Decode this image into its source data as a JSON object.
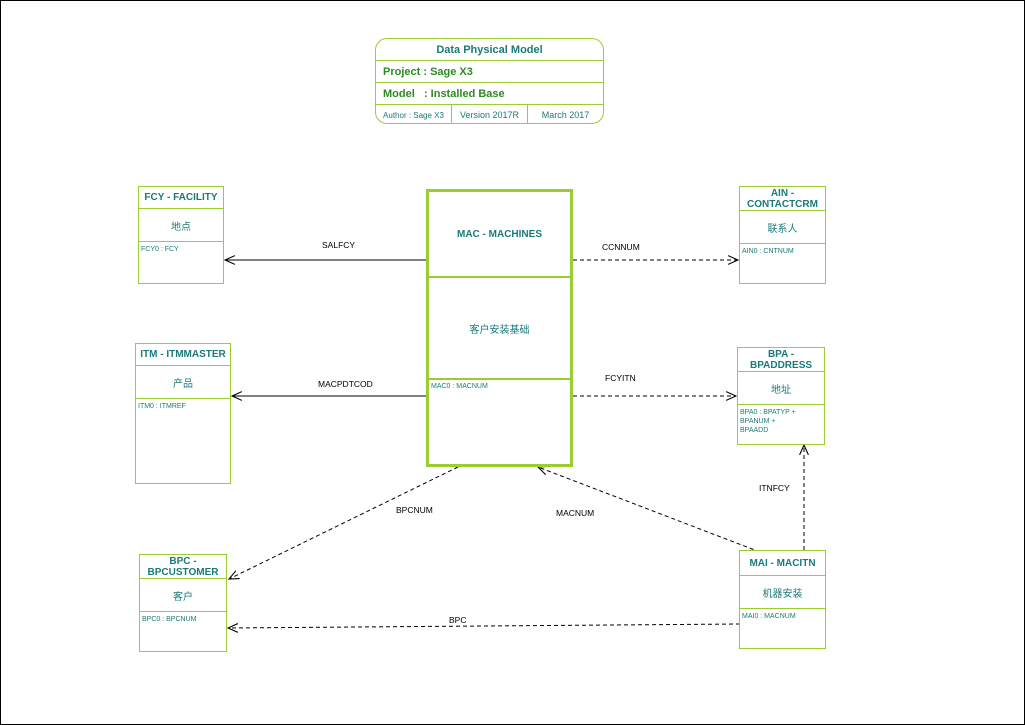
{
  "title_block": {
    "title": "Data Physical Model",
    "project": "Project : Sage X3",
    "model": "Model   : Installed Base",
    "author": "Author : Sage X3",
    "version": "Version 2017R",
    "date": "March 2017"
  },
  "entities": {
    "mac": {
      "name": "MAC - MACHINES",
      "desc": "客户安装基础",
      "key": "MAC0 : MACNUM"
    },
    "fcy": {
      "name": "FCY - FACILITY",
      "desc": "地点",
      "key": "FCY0 : FCY"
    },
    "ain": {
      "name": "AIN - CONTACTCRM",
      "desc": "联系人",
      "key": "AIN0 : CNTNUM"
    },
    "itm": {
      "name": "ITM - ITMMASTER",
      "desc": "产品",
      "key": "ITM0 : ITMREF"
    },
    "bpa": {
      "name": "BPA - BPADDRESS",
      "desc": "地址",
      "key": "BPA0 : BPATYP + BPANUM + BPAADD"
    },
    "bpc": {
      "name": "BPC - BPCUSTOMER",
      "desc": "客户",
      "key": "BPC0 : BPCNUM"
    },
    "mai": {
      "name": "MAI - MACITN",
      "desc": "机器安装",
      "key": "MAI0 : MACNUM"
    }
  },
  "links": {
    "salfcy": "SALFCY",
    "ccnnum": "CCNNUM",
    "macpdtcod": "MACPDTCOD",
    "fcyitn": "FCYITN",
    "bpcnum": "BPCNUM",
    "macnum": "MACNUM",
    "itnfcy": "ITNFCY",
    "bpc": "BPC"
  }
}
